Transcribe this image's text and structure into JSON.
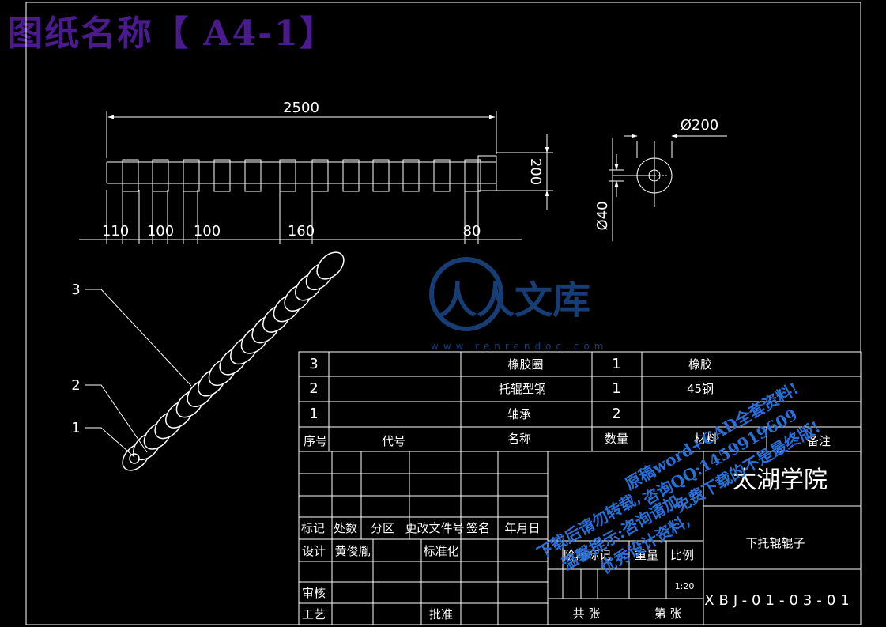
{
  "banner_title": "图纸名称【 A4-1】",
  "dimensions": {
    "overall_length": "2500",
    "diameter_outer": "Ø200",
    "height": "200",
    "diameter_shaft": "Ø40",
    "d1": "110",
    "d2": "100",
    "d3": "100",
    "d4": "160",
    "d5": "80"
  },
  "balloons": [
    "3",
    "2",
    "1"
  ],
  "bom": {
    "rows": [
      {
        "no": "3",
        "code": "",
        "name": "橡胶圈",
        "qty": "1",
        "material": "橡胶",
        "note": ""
      },
      {
        "no": "2",
        "code": "",
        "name": "托辊型钢",
        "qty": "1",
        "material": "45钢",
        "note": ""
      },
      {
        "no": "1",
        "code": "",
        "name": "轴承",
        "qty": "2",
        "material": "",
        "note": ""
      }
    ],
    "header": {
      "no": "序号",
      "code": "代号",
      "name": "名称",
      "qty": "数量",
      "material": "材料",
      "note": "备注"
    }
  },
  "title_block": {
    "school": "太湖学院",
    "part_name": "下托辊辊子",
    "drawing_no": "XBJ-01-03-01",
    "labels": {
      "mark": "标记",
      "count": "处数",
      "zone": "分区",
      "change_doc": "更改文件号",
      "sign": "签名",
      "date": "年月日",
      "design": "设计",
      "designer": "黄俊胤",
      "standard": "标准化",
      "stage_mark": "阶段标记",
      "weight": "重量",
      "scale_label": "比例",
      "scale": "1:20",
      "review": "审核",
      "process": "工艺",
      "approve": "批准",
      "total": "共  张",
      "sheet": "第  张"
    }
  },
  "watermark": {
    "site": "人人文库",
    "url": "www.renrendoc.com",
    "line1": "原稿word+CAD全套资料!",
    "line2": "咨询QQ:1459919609",
    "line3": "免费下载的不是最终版!",
    "line4": "下载后请勿转载,",
    "line5": "温馨提示:咨询请加",
    "line6": "优秀设计资料,"
  }
}
